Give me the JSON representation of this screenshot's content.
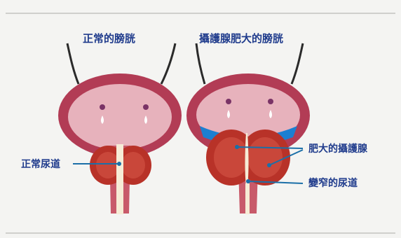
{
  "titles": {
    "normal": "正常的膀胱",
    "enlarged": "攝護腺肥大的膀胱"
  },
  "labels": {
    "normal_urethra": "正常尿道",
    "enlarged_prostate": "肥大的攝護腺",
    "narrowed_urethra": "變窄的尿道"
  },
  "colors": {
    "bladder_outer": "#b23c55",
    "bladder_inner": "#e7b2bc",
    "prostate": "#b83228",
    "urine": "#1c7fd1",
    "label_text": "#1f3b8c",
    "leader_line": "#1b6fa8"
  }
}
